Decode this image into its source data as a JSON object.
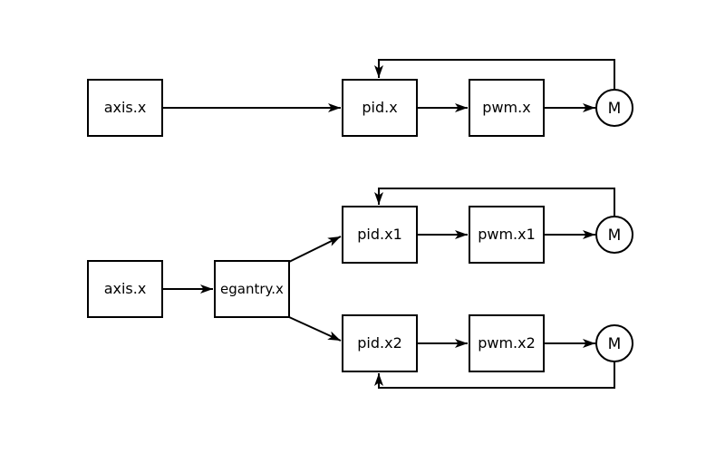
{
  "diagram": {
    "background_color": "#ffffff",
    "line_color": "#000000",
    "single_axis": {
      "axis": "axis.x",
      "pid": "pid.x",
      "pwm": "pwm.x",
      "motor": "M"
    },
    "gantry_axis": {
      "axis": "axis.x",
      "gantry": "egantry.x",
      "joint1": {
        "pid": "pid.x1",
        "pwm": "pwm.x1",
        "motor": "M"
      },
      "joint2": {
        "pid": "pid.x2",
        "pwm": "pwm.x2",
        "motor": "M"
      }
    }
  }
}
